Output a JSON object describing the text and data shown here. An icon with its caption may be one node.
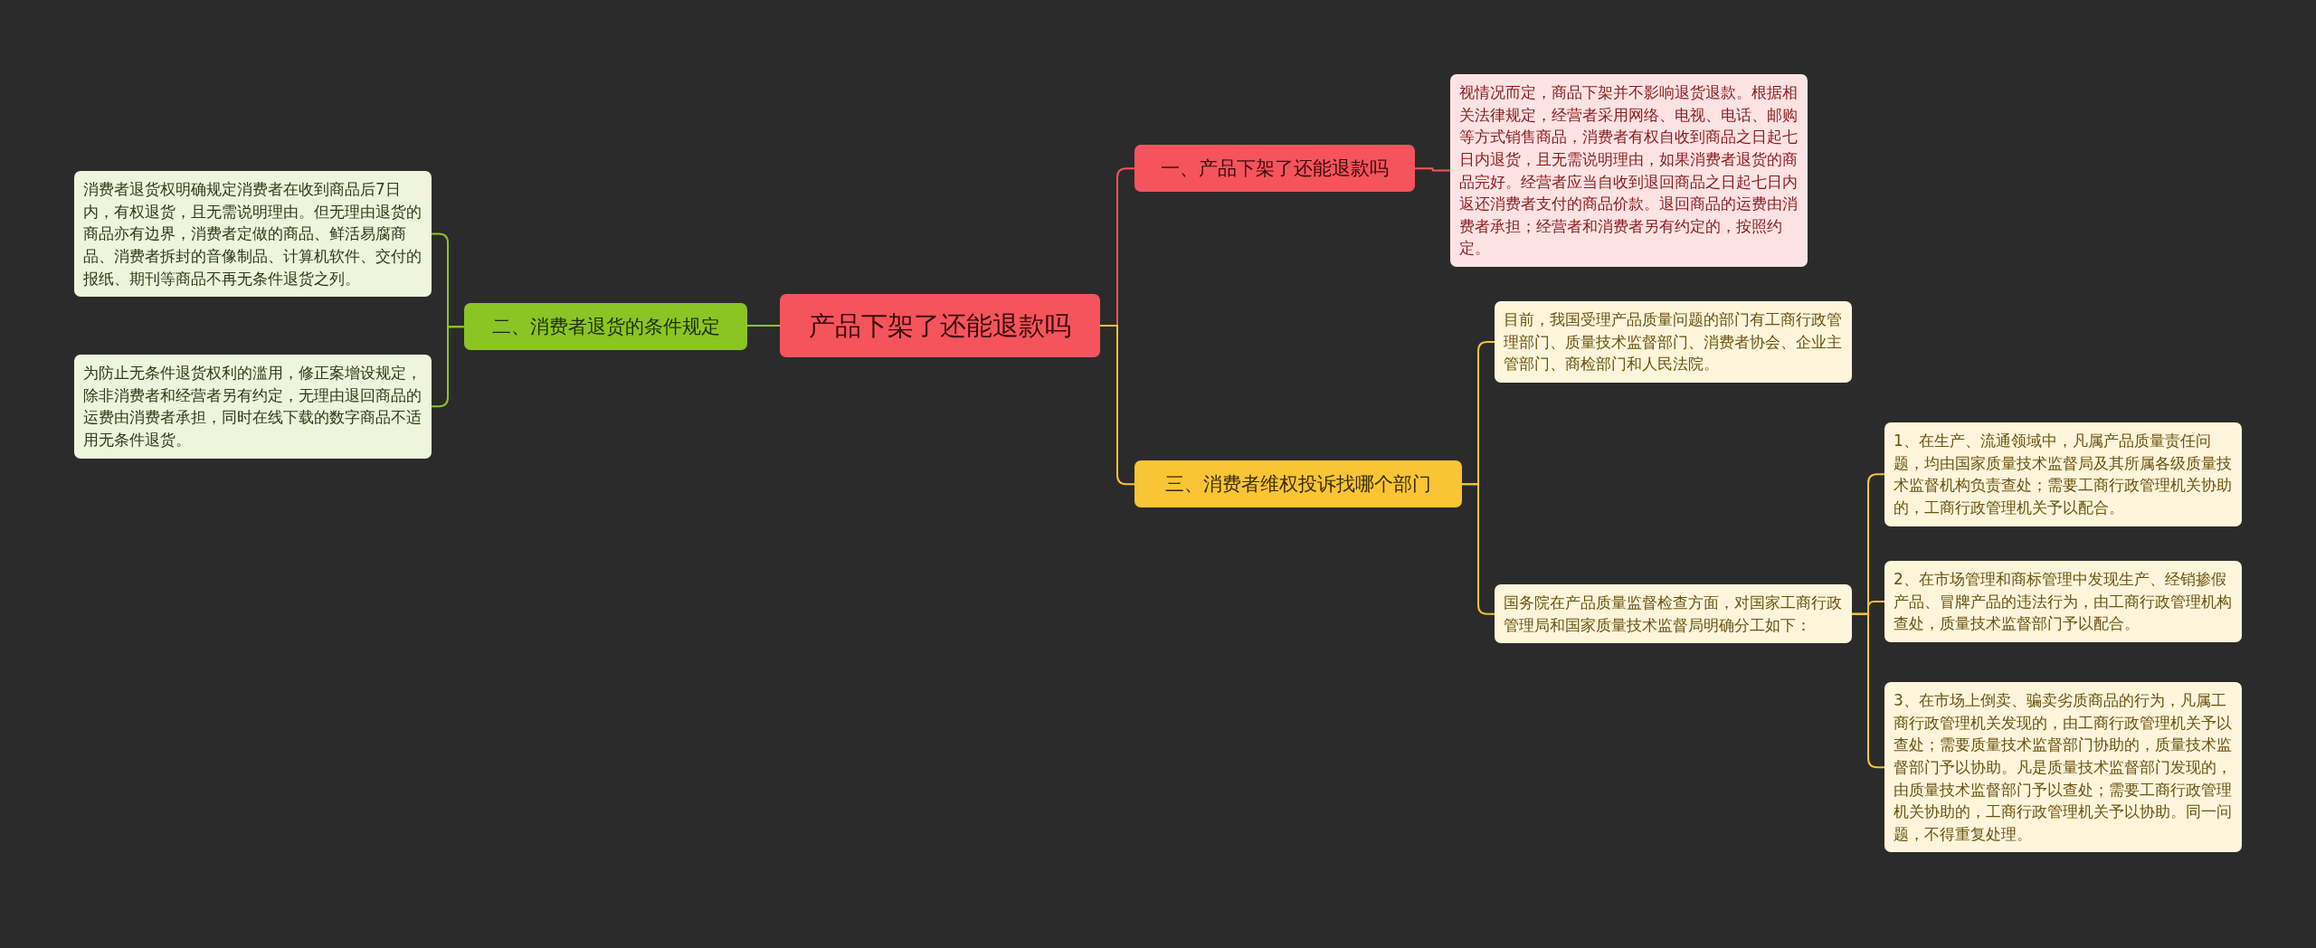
{
  "diagram": {
    "nodes": [
      {
        "text": [
          "产品下架了还能退款吗"
        ]
      },
      {
        "text": [
          "一、产品下架了还能退款吗"
        ]
      },
      {
        "text": [
          "视情况而定，商品下架并不影响退货退款。根据相关法律规定，经营者采用网络、电视、电话、邮购等方式销售商品，消费者有权自收到商品之日起七日内退货，且无需说明理由，如果消费者退货的商品完好。经营者应当自收到退回商品之日起七日内返还消费者支付的商品价款。退回商品的运费由消费者承担；经营者和消费者另有约定的，按照约定。"
        ]
      },
      {
        "text": [
          "二、消费者退货的条件规定"
        ]
      },
      {
        "text": [
          "消费者退货权明确规定消费者在收到商品后7日内，有权退货，且无需说明理由。但无理由退货的商品亦有边界，消费者定做的商品、鲜活易腐商品、消费者拆封的音像制品、计算机软件、交付的报纸、期刊等商品不再无条件退货之列。"
        ]
      },
      {
        "text": [
          "为防止无条件退货权利的滥用，修正案增设规定，除非消费者和经营者另有约定，无理由退回商品的运费由消费者承担，同时在线下载的数字商品不适用无条件退货。"
        ]
      },
      {
        "text": [
          "三、消费者维权投诉找哪个部门"
        ]
      },
      {
        "text": [
          "目前，我国受理产品质量问题的部门有工商行政管理部门、质量技术监督部门、消费者协会、企业主管部门、商检部门和人民法院。"
        ]
      },
      {
        "text": [
          "国务院在产品质量监督检查方面，对国家工商行政管理局和国家质量技术监督局明确分工如下："
        ]
      },
      {
        "text": [
          "1、在生产、流通领域中，凡属产品质量责任问题，均由国家质量技术监督局及其所属各级质量技术监督机构负责查处；需要工商行政管理机关协助的，工商行政管理机关予以配合。"
        ]
      },
      {
        "text": [
          "2、在市场管理和商标管理中发现生产、经销掺假产品、冒牌产品的违法行为，由工商行政管理机构查处，质量技术监督部门予以配合。"
        ]
      },
      {
        "text": [
          "3、在市场上倒卖、骗卖劣质商品的行为，凡属工商行政管理机关发现的，由工商行政管理机关予以查处；需要质量技术监督部门协助的，质量技术监督部门予以协助。凡是质量技术监督部门发现的，由质量技术监督部门予以查处；需要工商行政管理机关协助的，工商行政管理机关予以协助。同一问题，不得重复处理。"
        ]
      }
    ],
    "edges": [
      {
        "from": 0,
        "to": 1,
        "arrow": "none",
        "color": "#f5545c"
      },
      {
        "from": 1,
        "to": 2,
        "arrow": "none",
        "color": "#f5545c"
      },
      {
        "from": 0,
        "to": 3,
        "arrow": "none",
        "color": "#8bc524"
      },
      {
        "from": 3,
        "to": 4,
        "arrow": "none",
        "color": "#8bc524"
      },
      {
        "from": 3,
        "to": 5,
        "arrow": "none",
        "color": "#8bc524"
      },
      {
        "from": 0,
        "to": 6,
        "arrow": "none"
      },
      {
        "from": 6,
        "to": 7,
        "arrow": "none"
      },
      {
        "from": 6,
        "to": 8,
        "arrow": "none"
      },
      {
        "from": 8,
        "to": 9,
        "arrow": "none"
      },
      {
        "from": 8,
        "to": 10,
        "arrow": "none"
      },
      {
        "from": 8,
        "to": 11,
        "arrow": "none"
      }
    ]
  }
}
